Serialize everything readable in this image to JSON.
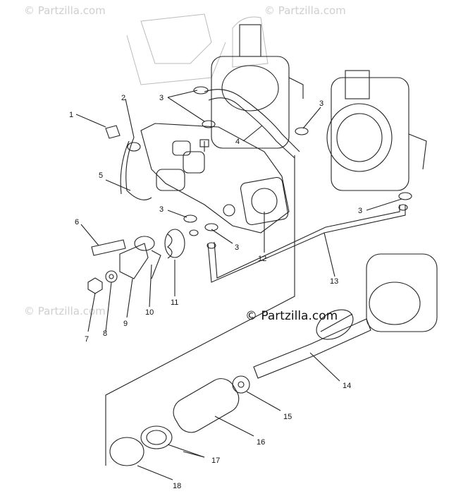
{
  "watermarks": {
    "top_left": "© Partzilla.com",
    "top_right": "© Partzilla.com",
    "mid_left": "© Partzilla.com",
    "main": "© Partzilla.com"
  },
  "callouts": {
    "c1": "1",
    "c2": "2",
    "c3a": "3",
    "c3b": "3",
    "c3c": "3",
    "c3d": "3",
    "c3e": "3",
    "c4": "4",
    "c5": "5",
    "c6": "6",
    "c7": "7",
    "c8": "8",
    "c9": "9",
    "c10": "10",
    "c11": "11",
    "c12": "12",
    "c13": "13",
    "c14": "14",
    "c15": "15",
    "c16": "16",
    "c17": "17",
    "c18": "18"
  }
}
